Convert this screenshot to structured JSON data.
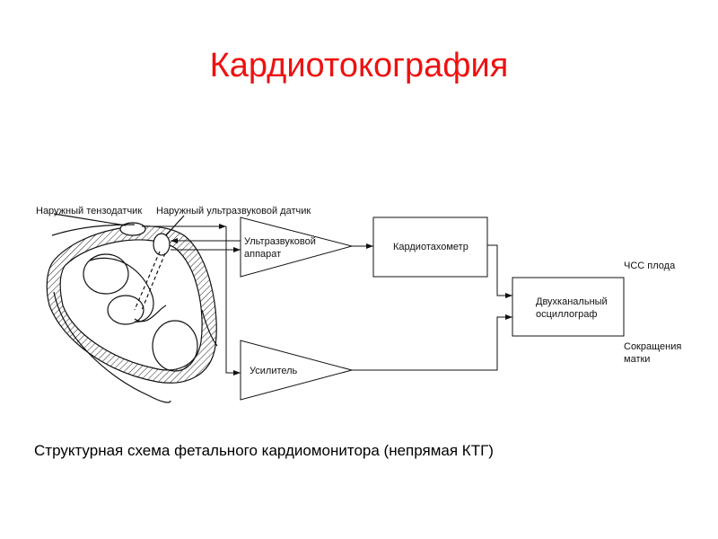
{
  "slide": {
    "title": "Кардиотокография",
    "caption": "Структурная схема фетального кардиомонитора  (непрямая КТГ)"
  },
  "diagram": {
    "labels": {
      "tenzo_sensor": "Наружный тензодатчик",
      "ultrasound_sensor": "Наружный ультразвуковой датчик",
      "ultrasound_device_1": "Ультразвуковой",
      "ultrasound_device_2": "аппарат",
      "amplifier": "Усилитель",
      "cardiotachometer": "Кардиотахометр",
      "oscillograph_1": "Двухканальный",
      "oscillograph_2": "осциллограф",
      "fetal_hr": "ЧСС плода",
      "contractions_1": "Сокращения",
      "contractions_2": "матки"
    }
  }
}
